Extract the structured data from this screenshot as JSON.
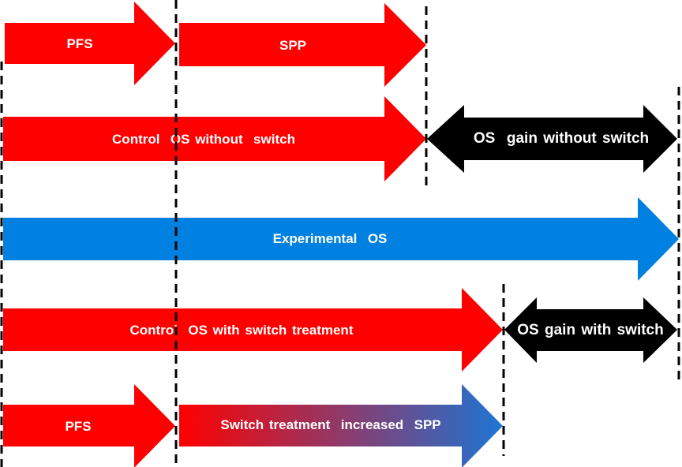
{
  "colors": {
    "control": "#ff0000",
    "experimental": "#0080e0",
    "gain": "#000000",
    "gradient_start": "#ff0000",
    "gradient_end": "#1e74d4",
    "label": "#ffffff"
  },
  "rows": {
    "row1": {
      "pfs_label": "PFS",
      "spp_label": "SPP"
    },
    "row2": {
      "control_label": "Control  OS without  switch",
      "gain_label": "OS  gain without switch"
    },
    "row3": {
      "experimental_label": "Experimental  OS"
    },
    "row4": {
      "control_label": "Control  OS with switch treatment",
      "gain_label": "OS gain with switch"
    },
    "row5": {
      "pfs_label": "PFS",
      "switch_label": "Switch treatment  increased  SPP"
    }
  }
}
